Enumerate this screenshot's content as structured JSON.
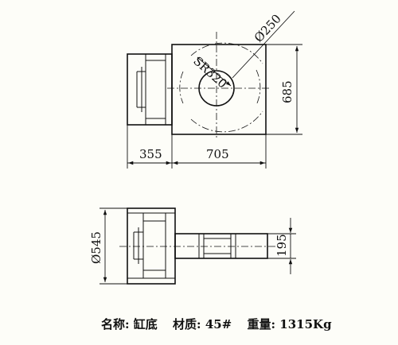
{
  "dimensions": {
    "diameter_bore": "Ø250",
    "sphere_radius": "SR320",
    "height": "685",
    "left_width": "355",
    "main_width": "705",
    "diameter_base": "Ø545",
    "shaft_height": "195"
  },
  "caption": {
    "name_label": "名称:",
    "name_value": "缸底",
    "material_label": "材质:",
    "material_value": "45#",
    "weight_label": "重量:",
    "weight_value": "1315Kg"
  }
}
